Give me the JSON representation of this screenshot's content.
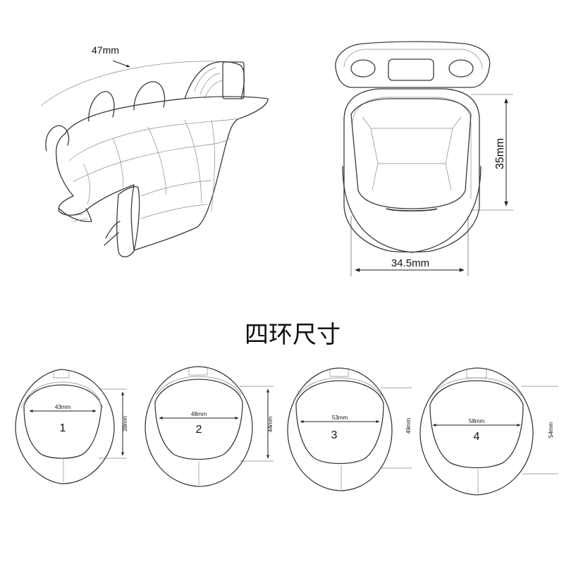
{
  "top": {
    "arc_label": "47mm",
    "height_label": "35mm",
    "width_label": "34.5mm"
  },
  "section_title": "四环尺寸",
  "rings": [
    {
      "number": "1",
      "width_label": "43mm",
      "height_label": "39mm"
    },
    {
      "number": "2",
      "width_label": "48mm",
      "height_label": "44mm"
    },
    {
      "number": "3",
      "width_label": "53mm",
      "height_label": "49mm"
    },
    {
      "number": "4",
      "width_label": "58mm",
      "height_label": "54mm"
    }
  ]
}
